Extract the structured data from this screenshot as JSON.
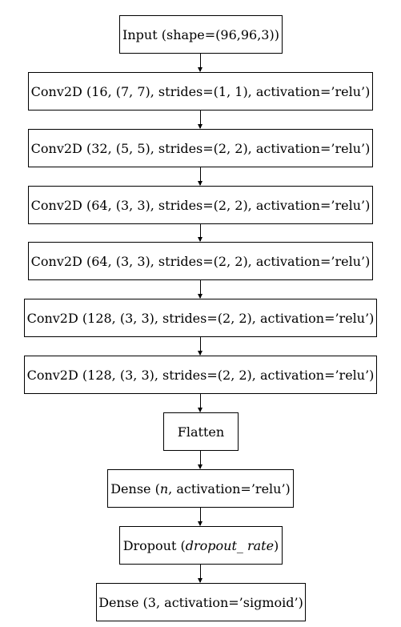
{
  "diagram": {
    "nodes": [
      {
        "id": "input",
        "label": "Input (shape=(96,96,3))"
      },
      {
        "id": "conv1",
        "label": "Conv2D (16, (7, 7), strides=(1, 1), activation=’relu’)"
      },
      {
        "id": "conv2",
        "label": "Conv2D (32, (5, 5), strides=(2, 2), activation=’relu’)"
      },
      {
        "id": "conv3",
        "label": "Conv2D (64, (3, 3), strides=(2, 2), activation=’relu’)"
      },
      {
        "id": "conv4",
        "label": "Conv2D (64, (3, 3), strides=(2, 2), activation=’relu’)"
      },
      {
        "id": "conv5",
        "label": "Conv2D (128, (3, 3), strides=(2, 2), activation=’relu’)"
      },
      {
        "id": "conv6",
        "label": "Conv2D (128, (3, 3), strides=(2, 2), activation=’relu’)"
      },
      {
        "id": "flatten",
        "label": "Flatten"
      },
      {
        "id": "dense1",
        "label_prefix": "Dense (",
        "label_var": "n",
        "label_suffix": ", activation=’relu’)"
      },
      {
        "id": "dropout",
        "label_prefix": "Dropout (",
        "label_var": "dropout_ rate",
        "label_suffix": ")"
      },
      {
        "id": "dense2",
        "label": "Dense (3, activation=’sigmoid’)"
      }
    ],
    "edges": [
      {
        "from": "input",
        "to": "conv1"
      },
      {
        "from": "conv1",
        "to": "conv2"
      },
      {
        "from": "conv2",
        "to": "conv3"
      },
      {
        "from": "conv3",
        "to": "conv4"
      },
      {
        "from": "conv4",
        "to": "conv5"
      },
      {
        "from": "conv5",
        "to": "conv6"
      },
      {
        "from": "conv6",
        "to": "flatten"
      },
      {
        "from": "flatten",
        "to": "dense1"
      },
      {
        "from": "dense1",
        "to": "dropout"
      },
      {
        "from": "dropout",
        "to": "dense2"
      }
    ]
  }
}
